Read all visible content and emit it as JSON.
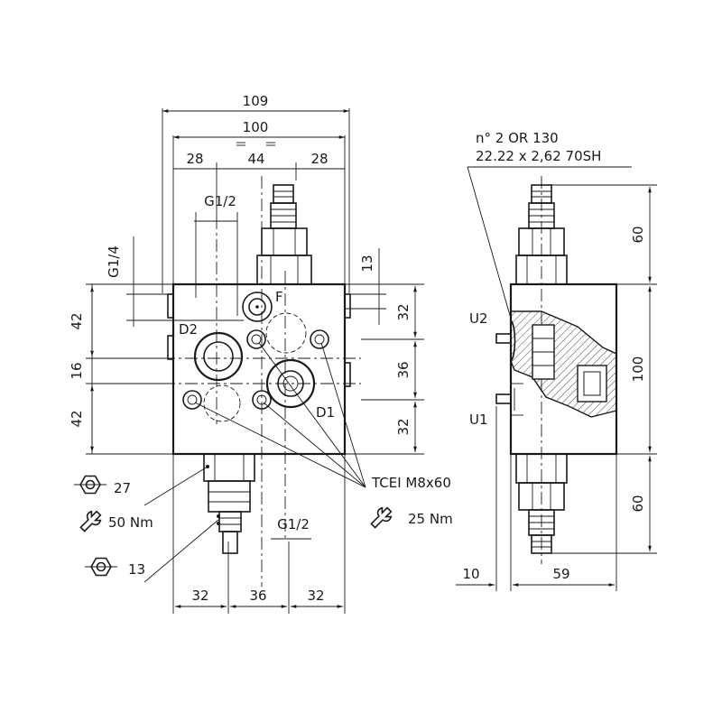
{
  "dimensions": {
    "overall_width": "109",
    "body_width": "100",
    "left_28": "28",
    "mid_44": "44",
    "right_28": "28",
    "port_g12_top": "G1/2",
    "port_g14": "G1/4",
    "left_42_top": "42",
    "left_16": "16",
    "left_42_bottom": "42",
    "right_13": "13",
    "right_32_top": "32",
    "right_36": "36",
    "right_32_bottom": "32",
    "bottom_32_left": "32",
    "bottom_36": "36",
    "bottom_32_right": "32",
    "port_g12_bottom": "G1/2",
    "side_60_top": "60",
    "side_100": "100",
    "side_60_bottom": "60",
    "side_10": "10",
    "side_59": "59"
  },
  "labels": {
    "port_f": "F",
    "port_d2": "D2",
    "port_d1": "D1",
    "port_u2": "U2",
    "port_u1": "U1"
  },
  "notes": {
    "oring_line1": "n° 2 OR 130",
    "oring_line2": "22.22 x 2,62 70SH",
    "screws": "TCEI M8x60",
    "hex_27": "27",
    "torque_50": "50 Nm",
    "torque_25": "25 Nm",
    "hex_13": "13"
  },
  "icons": [
    "hex-nut-icon",
    "wrench-icon"
  ]
}
